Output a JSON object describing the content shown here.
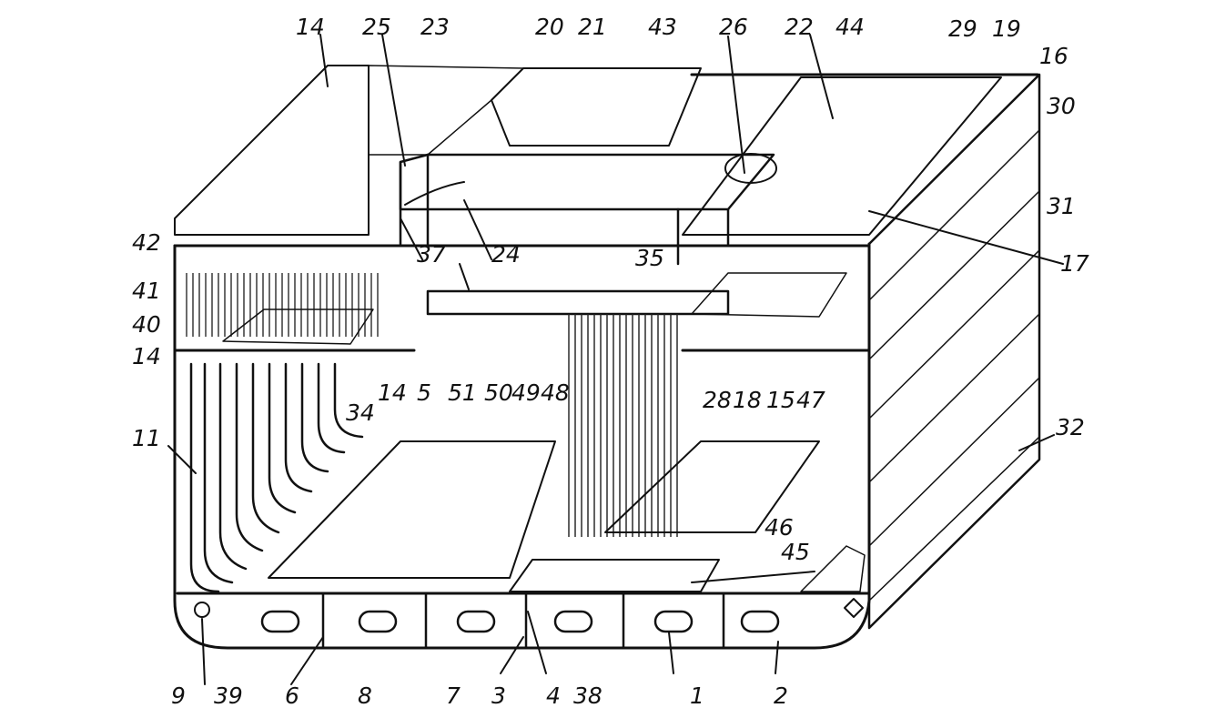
{
  "figure": {
    "labels": {
      "l1": "1",
      "l2": "2",
      "l3": "3",
      "l4": "4",
      "l5": "5",
      "l6": "6",
      "l7": "7",
      "l8": "8",
      "l9": "9",
      "l11": "11",
      "l14a": "14",
      "l14b": "14",
      "l14c": "14",
      "l15": "15",
      "l16": "16",
      "l17": "17",
      "l18": "18",
      "l19": "19",
      "l20": "20",
      "l21": "21",
      "l22": "22",
      "l23": "23",
      "l24": "24",
      "l25": "25",
      "l26": "26",
      "l28": "28",
      "l29": "29",
      "l30": "30",
      "l31": "31",
      "l32": "32",
      "l34": "34",
      "l35": "35",
      "l37": "37",
      "l38": "38",
      "l39": "39",
      "l40": "40",
      "l41": "41",
      "l42": "42",
      "l43": "43",
      "l44": "44",
      "l45": "45",
      "l46": "46",
      "l47": "47",
      "l48": "48",
      "l49": "49",
      "l50": "50",
      "l51": "51"
    }
  }
}
